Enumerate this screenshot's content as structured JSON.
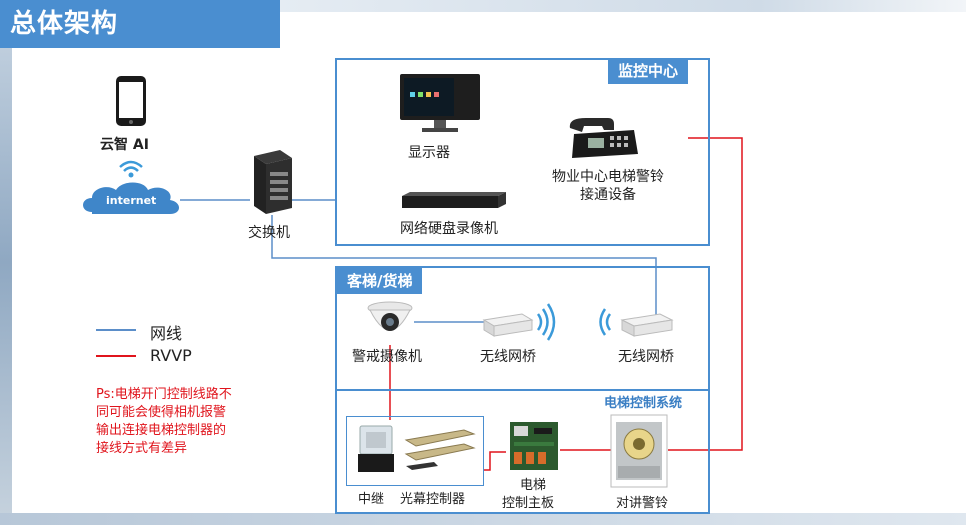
{
  "title": "总体架构",
  "colors": {
    "accent": "#4a8ed0",
    "network_line": "#5b8ec9",
    "rvvp_line": "#e0141c",
    "note": "#e0141c"
  },
  "left": {
    "phone_label": "云智 AI",
    "cloud_label": "internet",
    "switch_label": "交换机"
  },
  "monitor_center": {
    "tag": "监控中心",
    "display_label": "显示器",
    "nvr_label": "网络硬盘录像机",
    "phone_label_line1": "物业中心电梯警铃",
    "phone_label_line2": "接通设备"
  },
  "elevator": {
    "tag": "客梯/货梯",
    "camera_label": "警戒摄像机",
    "bridge1_label": "无线网桥",
    "bridge2_label": "无线网桥",
    "control_title": "电梯控制系统",
    "relay_label": "中继",
    "curtain_label": "光幕控制器",
    "board_label_line1": "电梯",
    "board_label_line2": "控制主板",
    "intercom_label": "对讲警铃"
  },
  "legend": {
    "network": "网线",
    "rvvp": "RVVP"
  },
  "note": {
    "line1": "Ps:电梯开门控制线路不",
    "line2": "同可能会使得相机报警",
    "line3": "输出连接电梯控制器的",
    "line4": "接线方式有差异"
  }
}
